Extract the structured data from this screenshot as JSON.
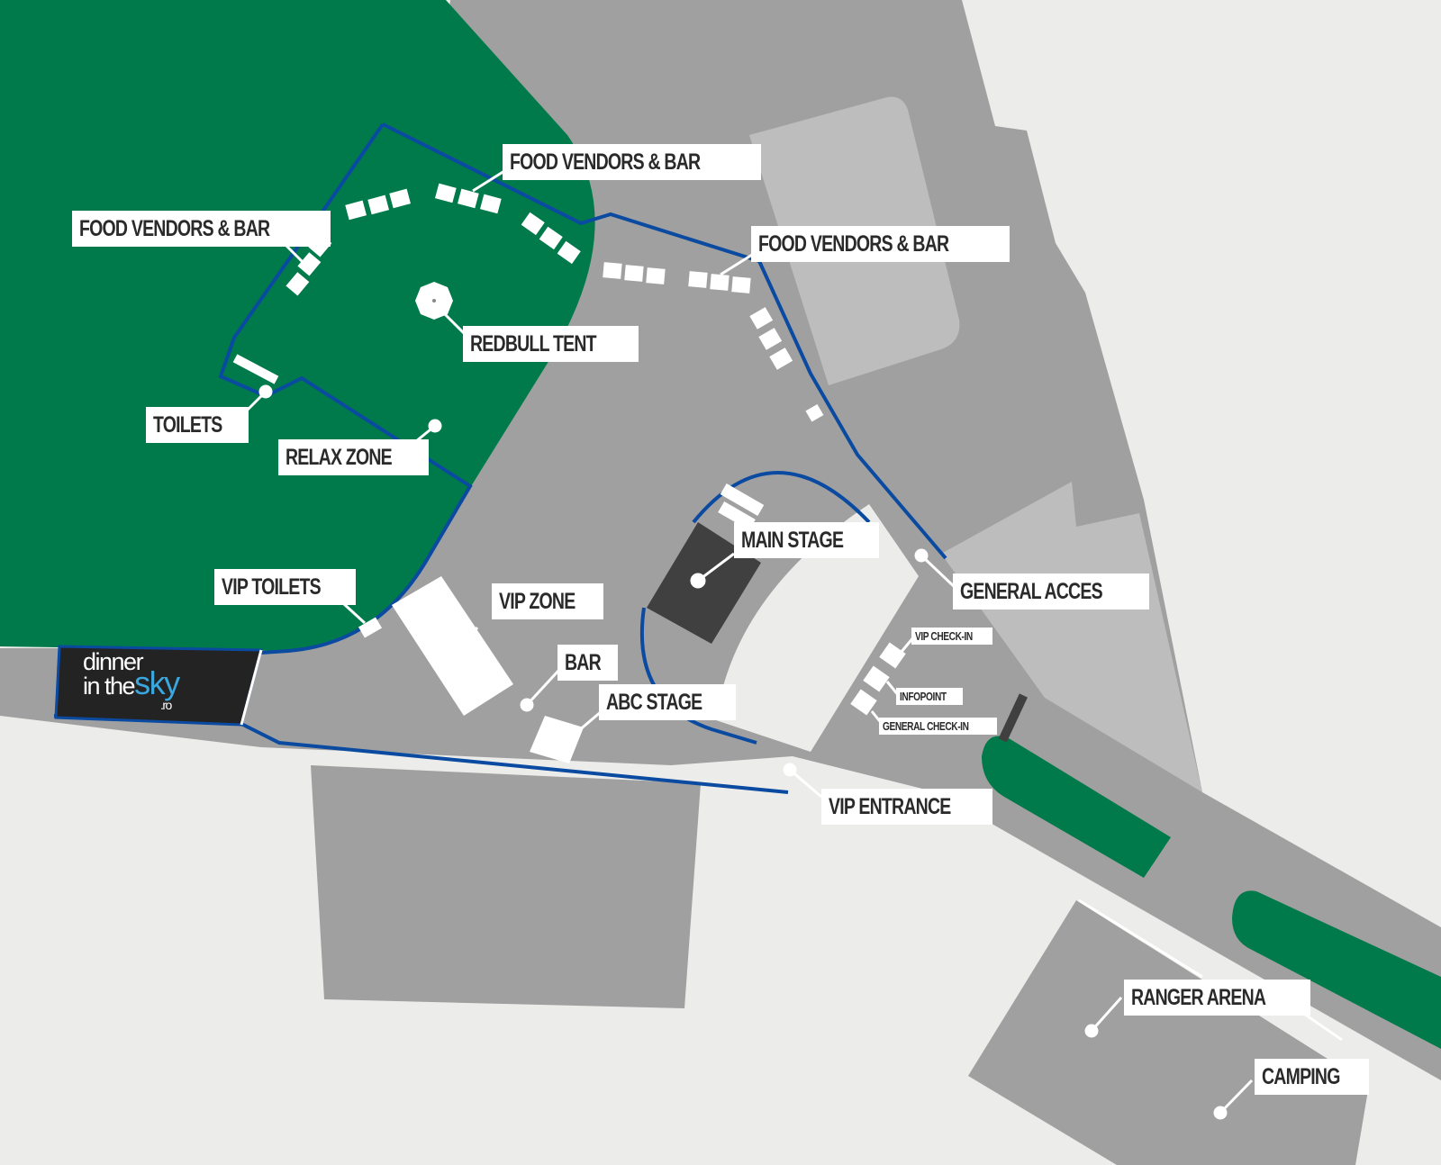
{
  "map": {
    "colors": {
      "background": "#ececea",
      "road": "#a0a0a0",
      "zone_light": "#bdbdbd",
      "green": "#007a4a",
      "boundary": "#0a4aa0",
      "stage": "#404040"
    },
    "labels": {
      "food_vendors_top": "FOOD VENDORS & BAR",
      "food_vendors_left": "FOOD VENDORS & BAR",
      "food_vendors_right": "FOOD VENDORS & BAR",
      "redbull_tent": "REDBULL TENT",
      "toilets": "TOILETS",
      "relax_zone": "RELAX ZONE",
      "vip_toilets": "VIP TOILETS",
      "vip_zone": "VIP ZONE",
      "bar": "BAR",
      "abc_stage": "ABC STAGE",
      "main_stage": "MAIN STAGE",
      "general_acces": "GENERAL ACCES",
      "vip_check_in": "VIP CHECK-IN",
      "infopoint": "INFOPOINT",
      "general_check_in": "GENERAL CHECK-IN",
      "vip_entrance": "VIP ENTRANCE",
      "ranger_arena": "RANGER ARENA",
      "camping": "CAMPING"
    },
    "logo": {
      "line1": "dinner",
      "line2": "in the",
      "accent": "sky",
      "suffix": ".ro"
    }
  }
}
